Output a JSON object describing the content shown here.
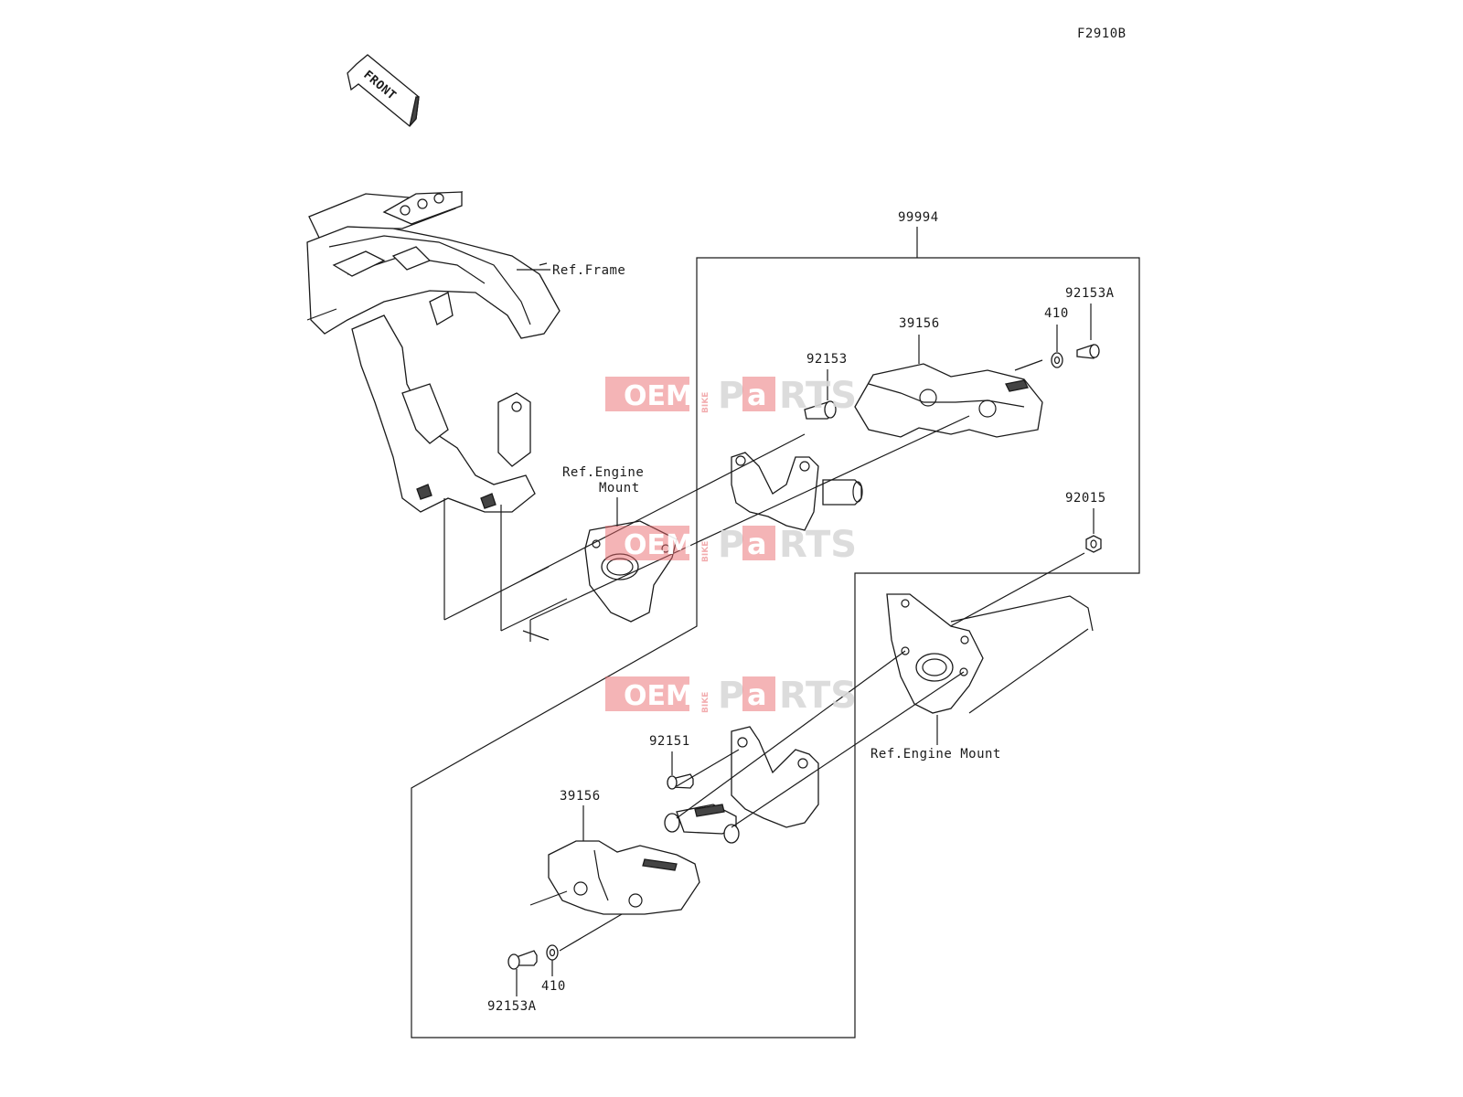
{
  "diagram_code": "F2910B",
  "front_arrow": {
    "label": "FRONT",
    "icon": "front-direction-arrow-icon"
  },
  "kit_label": "99994",
  "ref_labels": {
    "frame": "Ref.Frame",
    "engine_mount_left_line1": "Ref.Engine",
    "engine_mount_left_line2": "Mount",
    "engine_mount_right": "Ref.Engine Mount"
  },
  "parts_upper": {
    "slider": "39156",
    "washer": "410",
    "bolt_a": "92153A",
    "bolt": "92153"
  },
  "parts_lower": {
    "slider": "39156",
    "bolt_small": "92151",
    "washer": "410",
    "bolt_a": "92153A"
  },
  "nut": "92015",
  "watermark": {
    "word1": "OEM",
    "word2": "BIKE",
    "word3_pre": "P",
    "word3_mid": "a",
    "word3_post": "RTS",
    "color": "#e8686c"
  }
}
